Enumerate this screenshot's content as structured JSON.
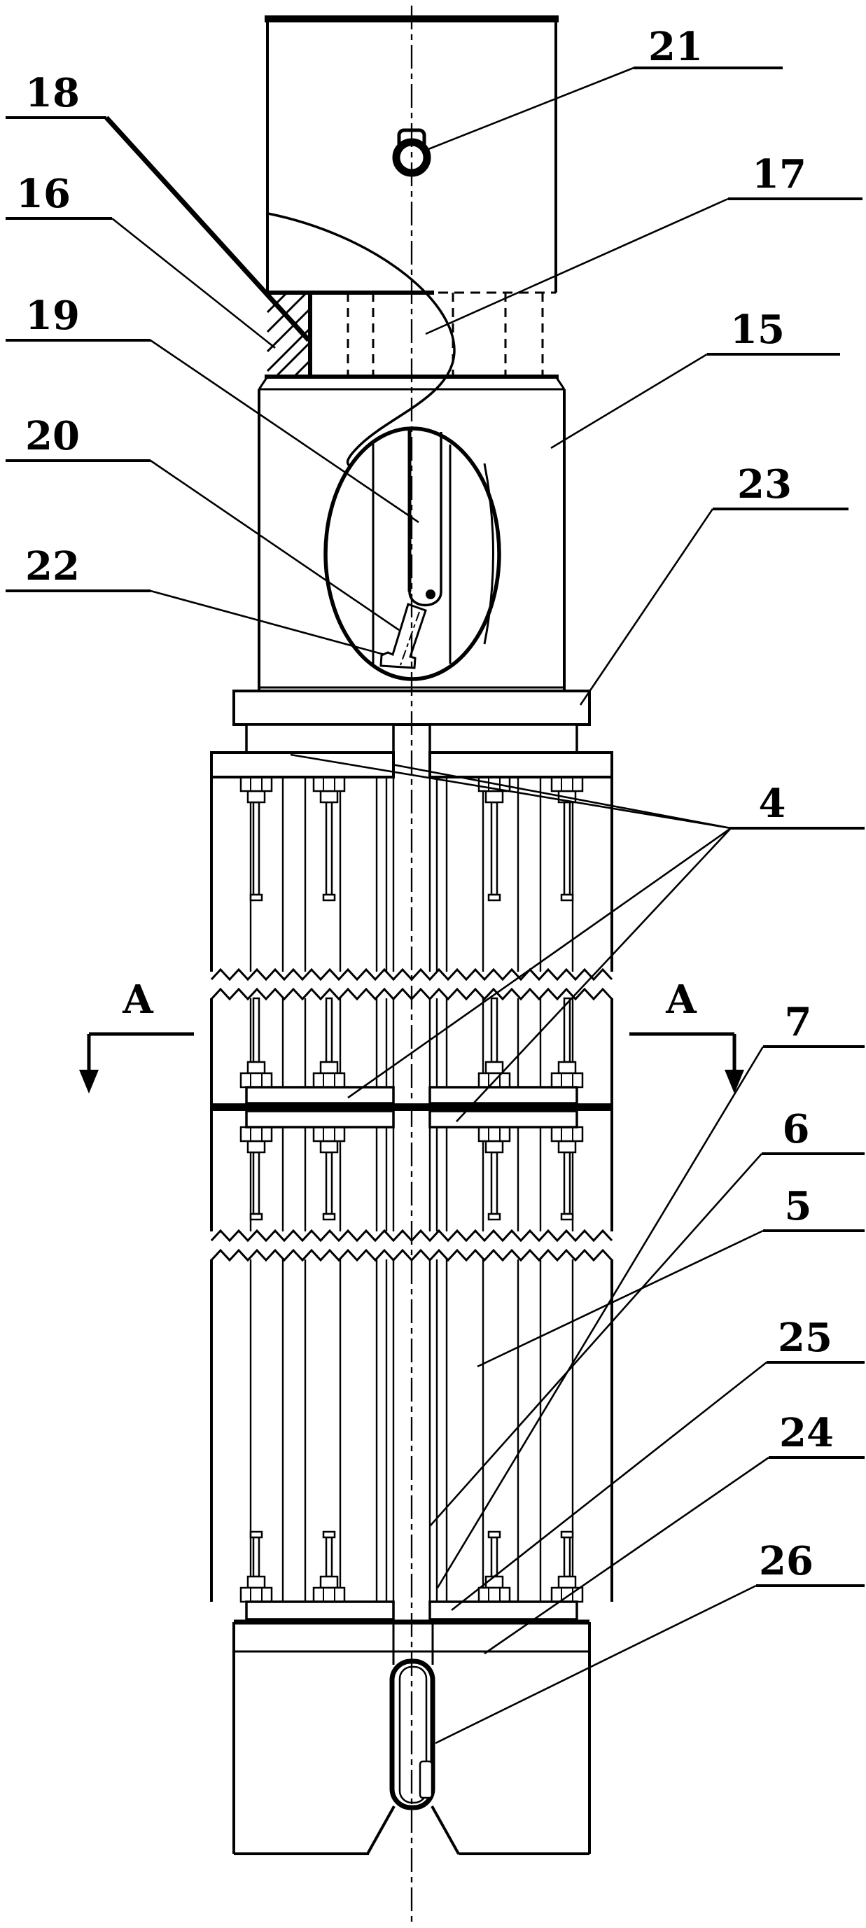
{
  "figure": {
    "background": "#ffffff",
    "ink": "#000000"
  },
  "callouts": {
    "c21": {
      "text": "21"
    },
    "c18": {
      "text": "18"
    },
    "c16": {
      "text": "16"
    },
    "c17": {
      "text": "17"
    },
    "c19": {
      "text": "19"
    },
    "c15": {
      "text": "15"
    },
    "c20": {
      "text": "20"
    },
    "c23": {
      "text": "23"
    },
    "c22": {
      "text": "22"
    },
    "c4": {
      "text": "4"
    },
    "c7": {
      "text": "7"
    },
    "c6": {
      "text": "6"
    },
    "c5": {
      "text": "5"
    },
    "c25": {
      "text": "25"
    },
    "c24": {
      "text": "24"
    },
    "c26": {
      "text": "26"
    }
  },
  "section_markers": {
    "left": {
      "text": "A"
    },
    "right": {
      "text": "A"
    }
  }
}
